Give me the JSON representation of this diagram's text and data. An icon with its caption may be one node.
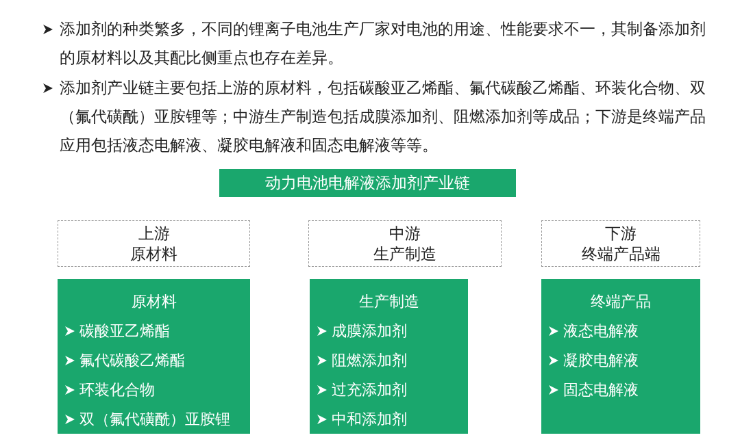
{
  "diagram": {
    "title": "动力电池电解液添加剂产业链",
    "nodes": [
      {
        "text": [
          "上游",
          "原材料"
        ]
      },
      {
        "text": [
          "中游",
          "生产制造"
        ]
      },
      {
        "text": [
          "下游",
          "终端产品端"
        ]
      },
      {
        "text": [
          "原材料",
          "碳酸亚乙烯酯",
          "氟代碳酸乙烯酯",
          "环装化合物",
          "双（氟代磺酰）亚胺锂"
        ]
      },
      {
        "text": [
          "生产制造",
          "成膜添加剂",
          "阻燃添加剂",
          "过充添加剂",
          "中和添加剂"
        ]
      },
      {
        "text": [
          "终端产品",
          "液态电解液",
          "凝胶电解液",
          "固态电解液"
        ]
      }
    ],
    "labels": [
      "添加剂的种类繁多，不同的锂离子电池生产厂家对电池的用途、性能要求不一，其制备添加剂的原材料以及其配比侧重点也存在差异。",
      "添加剂产业链主要包括上游的原材料，包括碳酸亚乙烯酯、氟代碳酸乙烯酯、环装化合物、双（氟代磺酰）亚胺锂等；中游生产制造包括成膜添加剂、阻燃添加剂等成品；下游是终端产品应用包括液态电解液、凝胶电解液和固态电解液等等。"
    ]
  }
}
